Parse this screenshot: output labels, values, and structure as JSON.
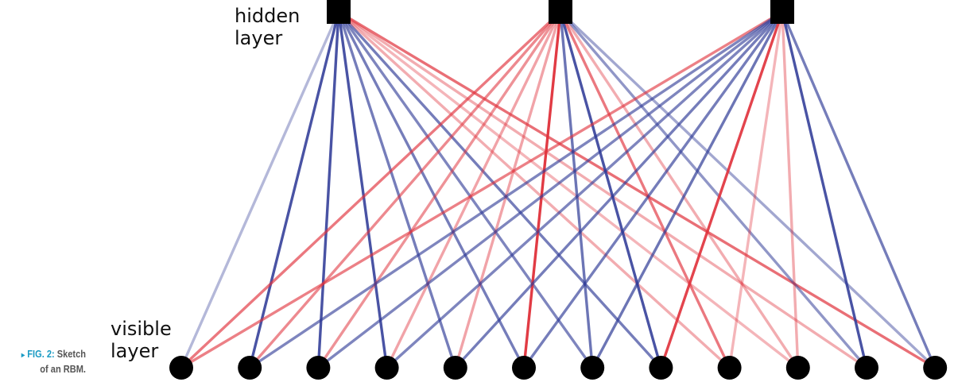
{
  "labels": {
    "hidden_line1": "hidden",
    "hidden_line2": "layer",
    "visible_line1": "visible",
    "visible_line2": "layer"
  },
  "caption": {
    "marker": "▸",
    "fig_label": "FIG. 2:",
    "text_line1": "Sketch",
    "text_line2": "of an RBM."
  },
  "colors": {
    "node": "#000000",
    "positive_weight": "#e0323c",
    "negative_weight": "#2e3a96",
    "caption_accent": "#1a9bc4",
    "caption_text": "#555555"
  },
  "network": {
    "hidden_units": 3,
    "visible_units": 12,
    "weights": [
      [
        -0.25,
        -0.85,
        -0.85,
        -0.85,
        -0.6,
        -0.6,
        -0.55,
        -0.6,
        0.3,
        0.25,
        0.3,
        0.65
      ],
      [
        0.6,
        0.5,
        0.45,
        0.35,
        0.35,
        0.95,
        -0.65,
        -0.85,
        0.6,
        0.3,
        -0.45,
        -0.35
      ],
      [
        0.55,
        -0.55,
        -0.55,
        -0.55,
        -0.6,
        -0.6,
        -0.65,
        0.9,
        0.25,
        0.3,
        -0.85,
        -0.6
      ]
    ]
  }
}
